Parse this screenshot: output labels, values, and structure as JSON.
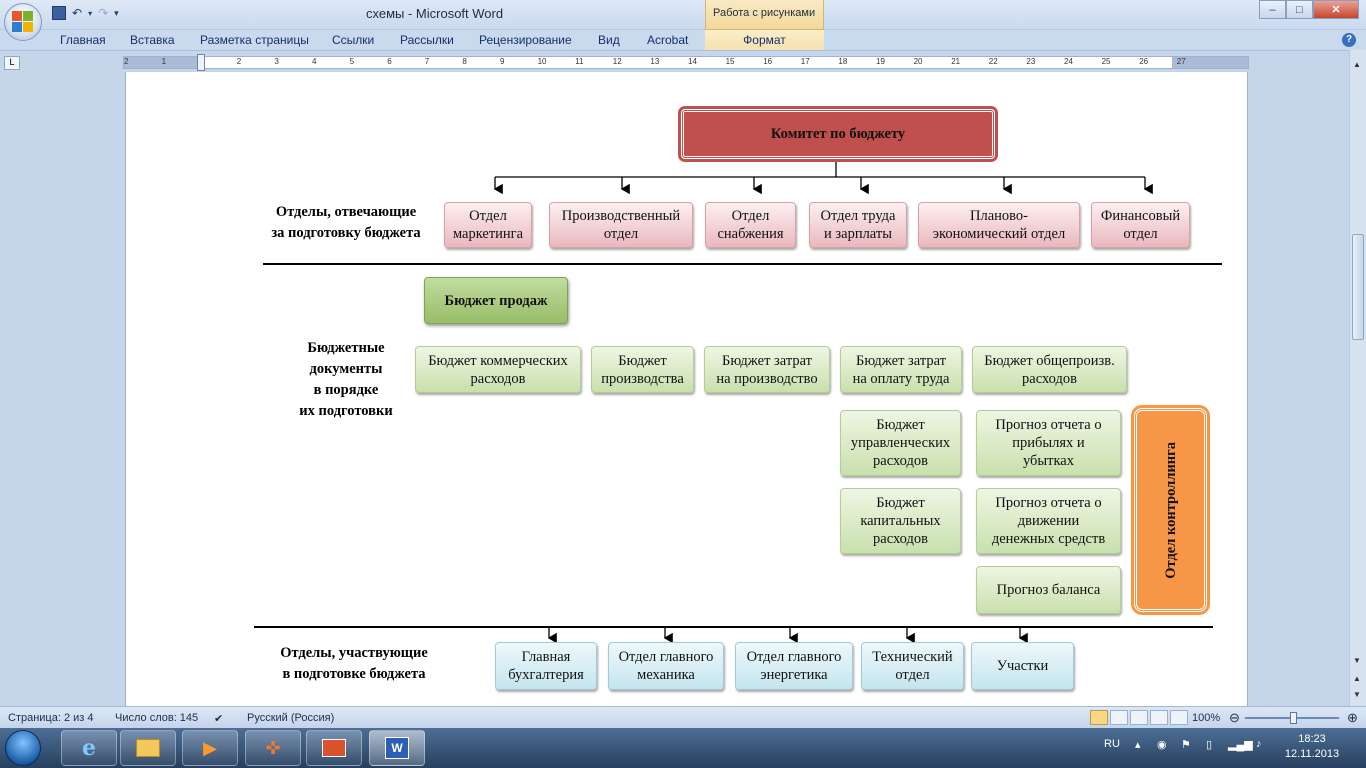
{
  "window": {
    "title": "схемы - Microsoft Word",
    "contextual_tab_group": "Работа с рисунками",
    "controls": [
      "–",
      "□",
      "✕"
    ]
  },
  "ribbon": {
    "tabs": [
      "Главная",
      "Вставка",
      "Разметка страницы",
      "Ссылки",
      "Рассылки",
      "Рецензирование",
      "Вид",
      "Acrobat",
      "Формат"
    ]
  },
  "ruler": {
    "numbers": [
      "2",
      "1",
      "1",
      "2",
      "3",
      "4",
      "5",
      "6",
      "7",
      "8",
      "9",
      "10",
      "11",
      "12",
      "13",
      "14",
      "15",
      "16",
      "17",
      "18",
      "19",
      "20",
      "21",
      "22",
      "23",
      "24",
      "25",
      "26",
      "27"
    ]
  },
  "diagram": {
    "committee": "Комитет по бюджету",
    "responsible_label": [
      "Отделы, отвечающие",
      "за подготовку бюджета"
    ],
    "departments": [
      [
        "Отдел",
        "маркетинга"
      ],
      [
        "Производственный",
        "отдел"
      ],
      [
        "Отдел",
        "снабжения"
      ],
      [
        "Отдел труда",
        "и зарплаты"
      ],
      [
        "Планово-",
        "экономический отдел"
      ],
      [
        "Финансовый",
        "отдел"
      ]
    ],
    "budget_docs_label": [
      "Бюджетные",
      "документы",
      "в порядке",
      "их подготовки"
    ],
    "sales_budget": "Бюджет продаж",
    "budgets_row": [
      [
        "Бюджет коммерческих",
        "расходов"
      ],
      [
        "Бюджет",
        "производства"
      ],
      [
        "Бюджет затрат",
        "на производство"
      ],
      [
        "Бюджет затрат",
        "на оплату труда"
      ],
      [
        "Бюджет общепроизв.",
        "расходов"
      ]
    ],
    "management_budget": [
      "Бюджет",
      "управленческих",
      "расходов"
    ],
    "capital_budget": [
      "Бюджет",
      "капитальных",
      "расходов"
    ],
    "forecast_pl": [
      "Прогноз отчета о",
      "прибылях и",
      "убытках"
    ],
    "forecast_cf": [
      "Прогноз отчета о",
      "движении",
      "денежных средств"
    ],
    "forecast_balance": "Прогноз баланса",
    "controlling": "Отдел контроллинга",
    "participating_label": [
      "Отделы, участвующие",
      "в подготовке бюджета"
    ],
    "participants": [
      [
        "Главная",
        "бухгалтерия"
      ],
      [
        "Отдел главного",
        "механика"
      ],
      [
        "Отдел главного",
        "энергетика"
      ],
      [
        "Технический",
        "отдел"
      ],
      [
        "Участки"
      ]
    ]
  },
  "statusbar": {
    "page": "Страница: 2 из 4",
    "words": "Число слов: 145",
    "language": "Русский (Россия)",
    "zoom": "100%"
  },
  "taskbar": {
    "language": "RU",
    "time": "18:23",
    "date": "12.11.2013"
  },
  "colors": {
    "committee": "#c0504d",
    "controlling": "#f79646",
    "sales": "#9bbb59"
  }
}
